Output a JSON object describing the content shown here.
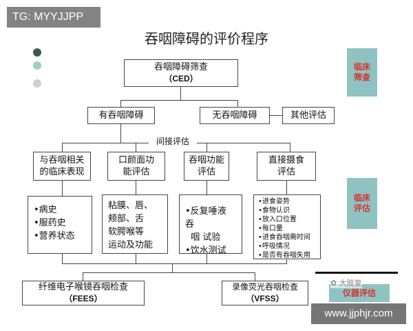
{
  "watermark_top": "TG: MYYJJPP",
  "title": "吞咽障碍的评价程序",
  "ced": {
    "line1": "吞咽障碍筛查",
    "line2": "（CED）"
  },
  "has_dysphagia": "有吞咽障碍",
  "no_dysphagia": "无吞咽障碍",
  "other_eval": "其他评估",
  "indirect_eval": "间接评估",
  "categories": [
    {
      "label": "与吞咽相关的临床表现"
    },
    {
      "label": "口颜面功能评估"
    },
    {
      "label": "吞咽功能评估"
    },
    {
      "label": "直接摄食评估"
    }
  ],
  "lists": [
    [
      "•病史",
      "•服药史",
      "•营养状态"
    ],
    [
      "粘膜、唇、",
      "颊部、舌",
      "软腭喉等",
      "运动及功能"
    ],
    [
      "•反复唾液 吞",
      "  咽 试验",
      "•饮水测试"
    ],
    [
      "•进食姿势",
      "•食物认识",
      "•放入口位置",
      "•每口量",
      "•进食吞咽需时间",
      "•呼吸情况",
      "•是否有吞咽失用"
    ]
  ],
  "fees": {
    "line1": "纤维电子喉镜吞咽检查",
    "line2": "（FEES）"
  },
  "vfss": {
    "line1": "录像荧光吞咽检查",
    "line2": "（VFSS）"
  },
  "side_labels": [
    "临床筛查",
    "临床评估",
    "仪器评估"
  ],
  "watermark_bottom": "www.jjphjr.com",
  "wechat_mark": "大肢复",
  "dot_colors": [
    "#3d5a52",
    "#9ecfcf",
    "#cfcfcf"
  ]
}
